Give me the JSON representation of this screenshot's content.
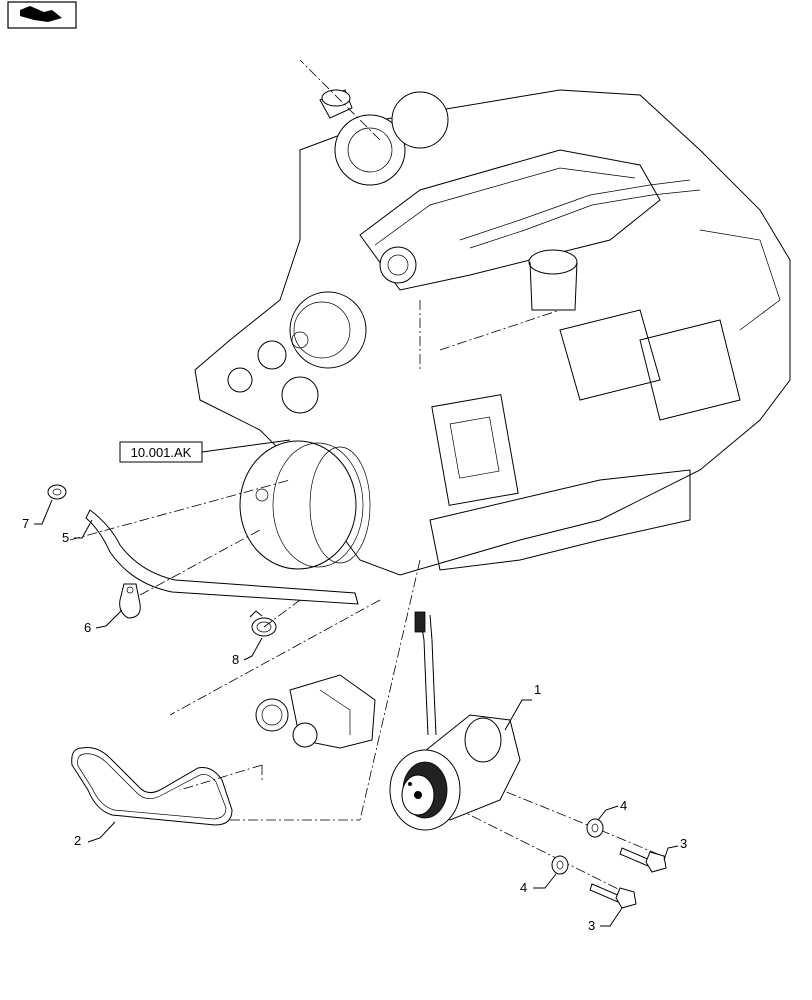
{
  "nav": {
    "icon": "arrow-right-icon"
  },
  "reference": {
    "label": "10.001.AK"
  },
  "callouts": [
    {
      "id": "c1",
      "text": "1"
    },
    {
      "id": "c2",
      "text": "2"
    },
    {
      "id": "c3a",
      "text": "3"
    },
    {
      "id": "c3b",
      "text": "3"
    },
    {
      "id": "c4a",
      "text": "4"
    },
    {
      "id": "c4b",
      "text": "4"
    },
    {
      "id": "c5",
      "text": "5"
    },
    {
      "id": "c6",
      "text": "6"
    },
    {
      "id": "c7",
      "text": "7"
    },
    {
      "id": "c8",
      "text": "8"
    }
  ]
}
